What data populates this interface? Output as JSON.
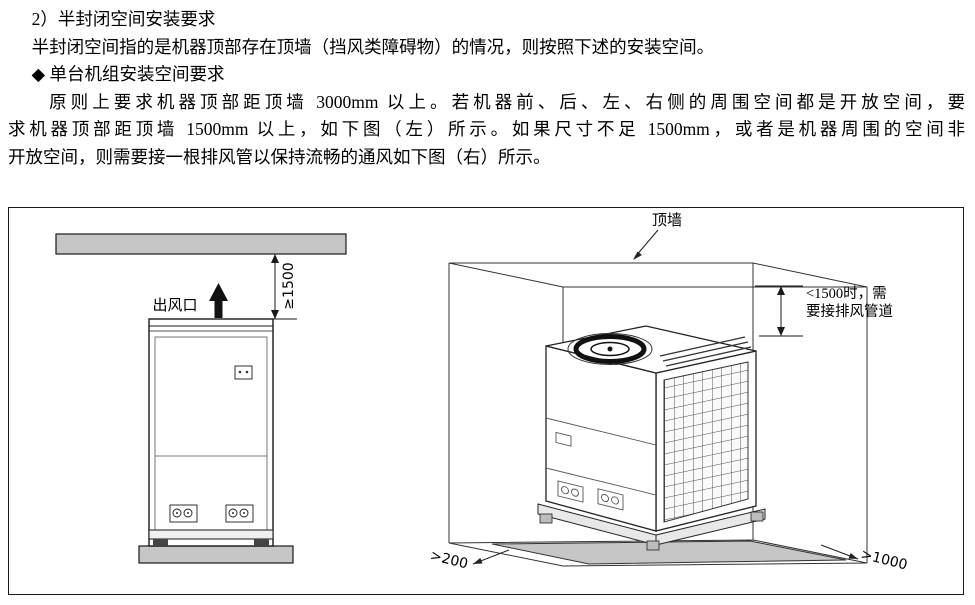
{
  "page": {
    "heading": "2）半封闭空间安装要求",
    "intro": "半封闭空间指的是机器顶部存在顶墙（挡风类障碍物）的情况，则按照下述的安装空间。",
    "bullet": "◆ 单台机组安装空间要求",
    "para_lines": [
      "原则上要求机器顶部距顶墙 3000mm 以上。若机器前、后、左、右侧的周围空间都是开放空间，要",
      "求机器顶部距顶墙 1500mm 以上，如下图（左）所示。如果尺寸不足 1500mm，或者是机器周围的空间非",
      "开放空间，则需要接一根排风管以保持流畅的通风如下图（右）所示。"
    ]
  },
  "diagram": {
    "left": {
      "outlet_label": "出风口",
      "dimension": "≥1500"
    },
    "right": {
      "ceiling_label": "顶墙",
      "duct_note_line1": "<1500时，需",
      "duct_note_line2": "要接排风管道",
      "clearance_left": ">200",
      "clearance_right": ">1000"
    }
  },
  "colors": {
    "slab_gray": "#c6c6c6",
    "line_black": "#1a1a1a"
  }
}
